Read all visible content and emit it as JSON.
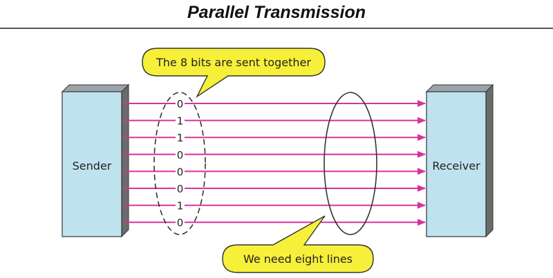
{
  "title": "Parallel Transmission",
  "sender_label": "Sender",
  "receiver_label": "Receiver",
  "bits": [
    "0",
    "1",
    "1",
    "0",
    "0",
    "0",
    "1",
    "0"
  ],
  "callout_top": "The 8 bits are sent together",
  "callout_bottom": "We need eight lines",
  "colors": {
    "line": "#d6339a",
    "box_face": "#bfe3ee",
    "box_side": "#6b6b6b",
    "callout_fill": "#f7f03a"
  }
}
